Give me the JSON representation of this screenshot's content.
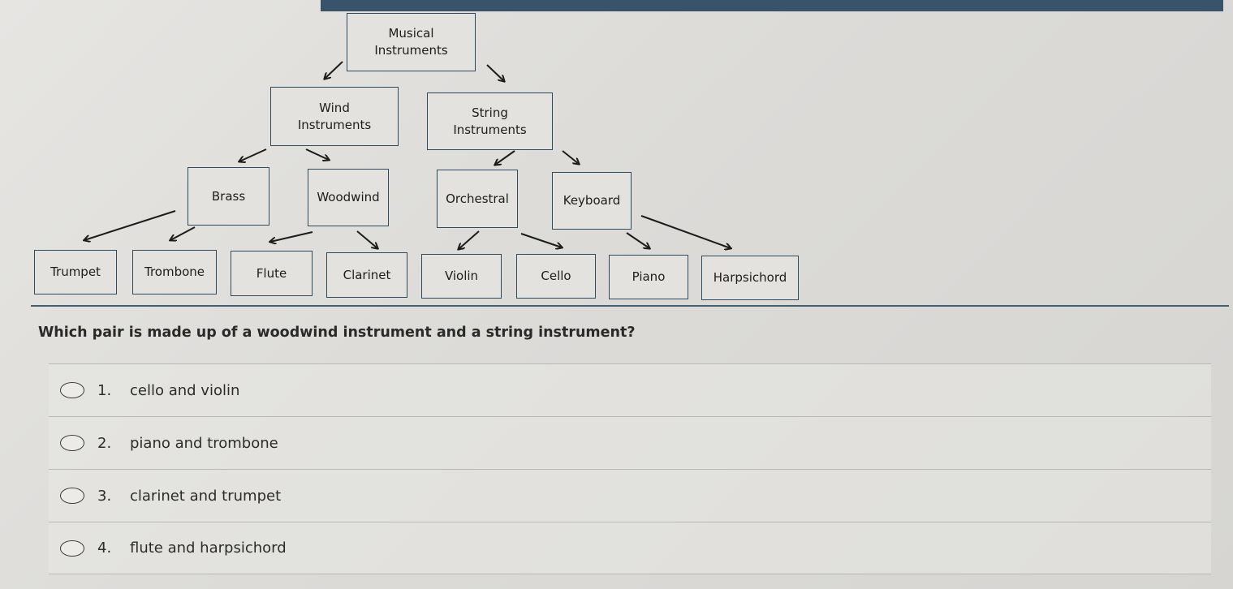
{
  "diagram": {
    "nodes": {
      "root": "Musical\nInstruments",
      "wind": "Wind\nInstruments",
      "string": "String\nInstruments",
      "brass": "Brass",
      "woodwind": "Woodwind",
      "orchestral": "Orchestral",
      "keyboard": "Keyboard",
      "trumpet": "Trumpet",
      "trombone": "Trombone",
      "flute": "Flute",
      "clarinet": "Clarinet",
      "violin": "Violin",
      "cello": "Cello",
      "piano": "Piano",
      "harpsichord": "Harpsichord"
    }
  },
  "question": {
    "text": "Which pair is made up of a woodwind instrument and a string instrument?",
    "options": [
      {
        "number": "1.",
        "text": "cello and violin"
      },
      {
        "number": "2.",
        "text": "piano and trombone"
      },
      {
        "number": "3.",
        "text": "clarinet and trumpet"
      },
      {
        "number": "4.",
        "text": "flute and harpsichord"
      }
    ]
  },
  "colors": {
    "border": "#2f4c5e",
    "top_strip": "#39536b",
    "text": "#1d1d1d"
  }
}
